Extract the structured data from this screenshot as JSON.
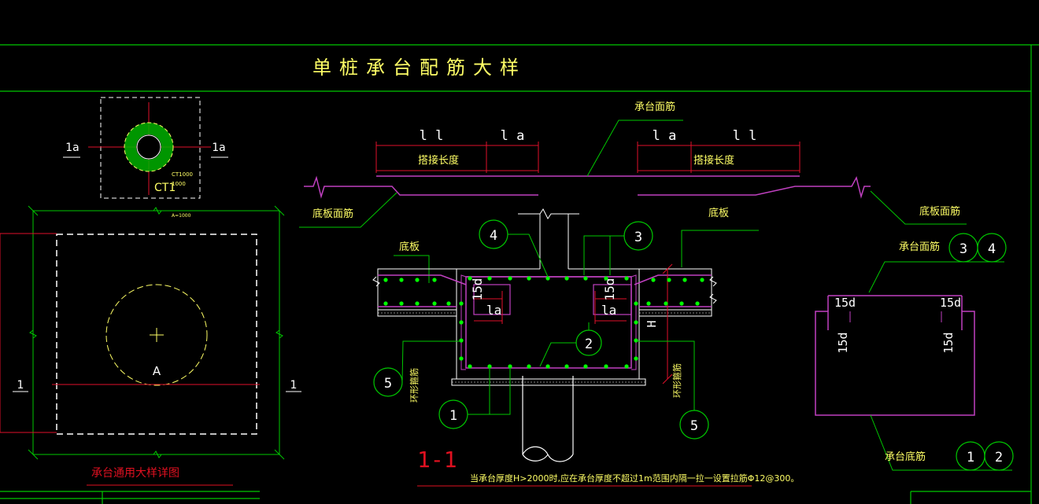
{
  "title": "单桩承台配筋大样",
  "colors": {
    "background": "#000000",
    "frame": "#00c800",
    "annotation_text": "#ffff66",
    "dimension": "#e0102a",
    "rebar": "#c040c0",
    "rebar_dot": "#00ff00",
    "white_text": "#ffffff",
    "concrete": "#ffffff",
    "hatch": "#00d000",
    "red_label": "#e01020"
  },
  "top_view": {
    "section_mark_left": "1a",
    "section_mark_right": "1a",
    "label": "CT1",
    "small_label_1": "CT1000",
    "small_label_2": "1000"
  },
  "plan": {
    "section_mark_left": "1",
    "section_mark_right": "1",
    "label_a": "A",
    "dim_top": "A=1000"
  },
  "section": {
    "cap_top_rebar_label": "承台面筋",
    "lap_length_label_left": "搭接长度",
    "lap_length_label_right": "搭接长度",
    "ll_left": "l l",
    "la_left": "l a",
    "la_right": "l a",
    "ll_right": "l l",
    "slab_top_rebar_left": "底板面筋",
    "slab_top_rebar_right": "底板面筋",
    "slab_left": "底板",
    "slab_right": "底板",
    "d15_left": "15d",
    "la_inner_left": "la",
    "d15_right": "15d",
    "la_inner_right": "la",
    "h_label": "H",
    "ring_stirrup_left": "环形箍筋",
    "ring_stirrup_right": "环形箍筋",
    "callouts": [
      "4",
      "3",
      "2",
      "5",
      "1",
      "5"
    ],
    "section_title": "1-1",
    "note": "当承台厚度H>2000时,应在承台厚度不超过1m范围内隔一拉一设置拉筋Φ12@300。"
  },
  "cap_detail": {
    "top_label": "承台面筋",
    "top_callouts": [
      "3",
      "4"
    ],
    "d15_tl": "15d",
    "d15_tr": "15d",
    "d15_l": "15d",
    "d15_r": "15d",
    "bottom_label": "承台底筋",
    "bottom_callouts": [
      "1",
      "2"
    ]
  },
  "drawing_title": "承台通用大样详图"
}
